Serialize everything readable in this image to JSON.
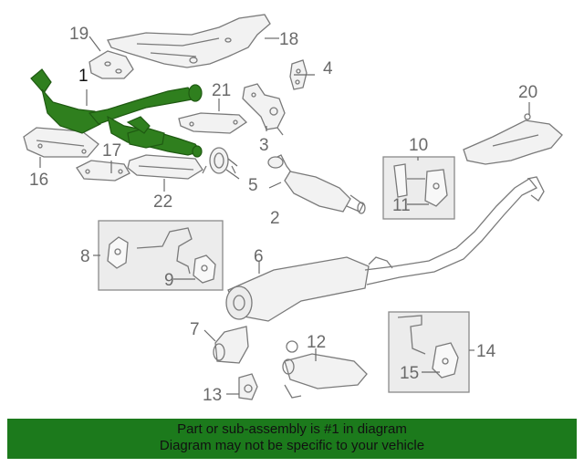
{
  "colors": {
    "highlight": "#2f7f1e",
    "highlight_dark": "#1f5a12",
    "outline": "#7a7a7a",
    "part_fill": "#efefef",
    "box_fill": "#ececec",
    "footer_bg": "#1c7a1c"
  },
  "callouts": {
    "c1": "1",
    "c2": "2",
    "c3": "3",
    "c4": "4",
    "c5": "5",
    "c6": "6",
    "c7": "7",
    "c8": "8",
    "c9": "9",
    "c10": "10",
    "c11": "11",
    "c12": "12",
    "c13": "13",
    "c14": "14",
    "c15": "15",
    "c16": "16",
    "c17": "17",
    "c18": "18",
    "c19": "19",
    "c20": "20",
    "c21": "21",
    "c22": "22"
  },
  "footer": {
    "line1": "Part or sub-assembly is #1 in diagram",
    "line2": "Diagram may not be specific to your vehicle"
  }
}
